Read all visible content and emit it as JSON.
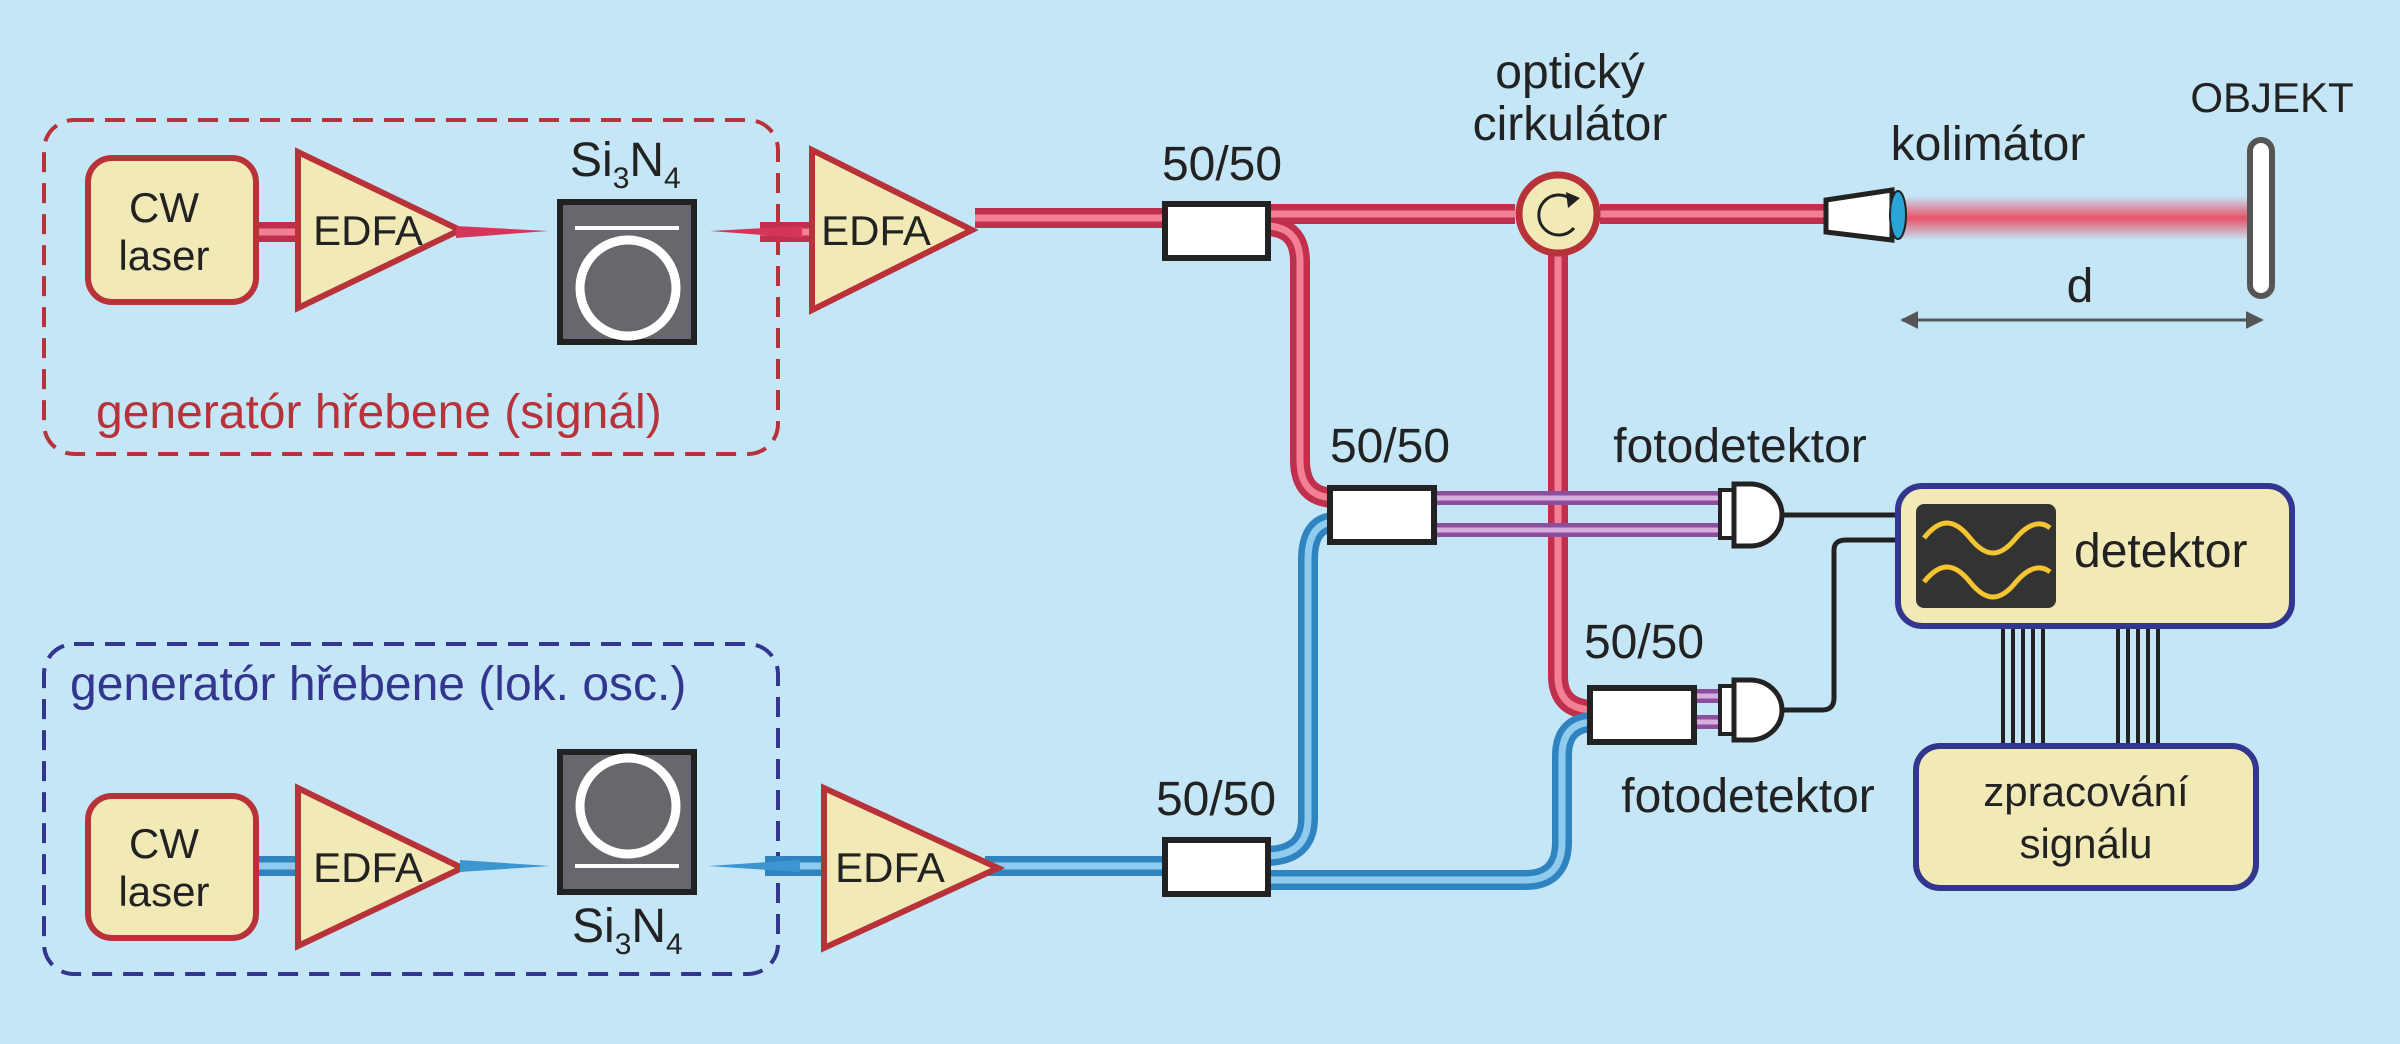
{
  "signal_generator": {
    "label": "generatór hřebene (signál)",
    "laser_line1": "CW",
    "laser_line2": "laser",
    "amp1": "EDFA",
    "chip_main": "Si",
    "chip_sub1": "3",
    "chip_mid": "N",
    "chip_sub2": "4",
    "amp2": "EDFA"
  },
  "lo_generator": {
    "label": "generatór hřebene (lok. osc.)",
    "laser_line1": "CW",
    "laser_line2": "laser",
    "amp1": "EDFA",
    "chip_main": "Si",
    "chip_sub1": "3",
    "chip_mid": "N",
    "chip_sub2": "4",
    "amp2": "EDFA"
  },
  "couplers": {
    "top": "50/50",
    "middle": "50/50",
    "right": "50/50",
    "bottom": "50/50"
  },
  "circulator": {
    "line1": "optický",
    "line2": "cirkulátor"
  },
  "collimator": "kolimátor",
  "object": "OBJEKT",
  "distance": "d",
  "photodetector_top": "fotodetektor",
  "photodetector_bottom": "fotodetektor",
  "detector": "detektor",
  "processing": {
    "line1": "zpracování",
    "line2": "signálu"
  },
  "colors": {
    "background": "#c5e6f6",
    "signal_fiber": "#d6355a",
    "lo_fiber": "#3b96d2",
    "mixed_fiber": "#a86bb5",
    "component_fill": "#f2eab6",
    "signal_border": "#b8323a",
    "lo_border": "#33368f",
    "chip_fill": "#67686e"
  }
}
